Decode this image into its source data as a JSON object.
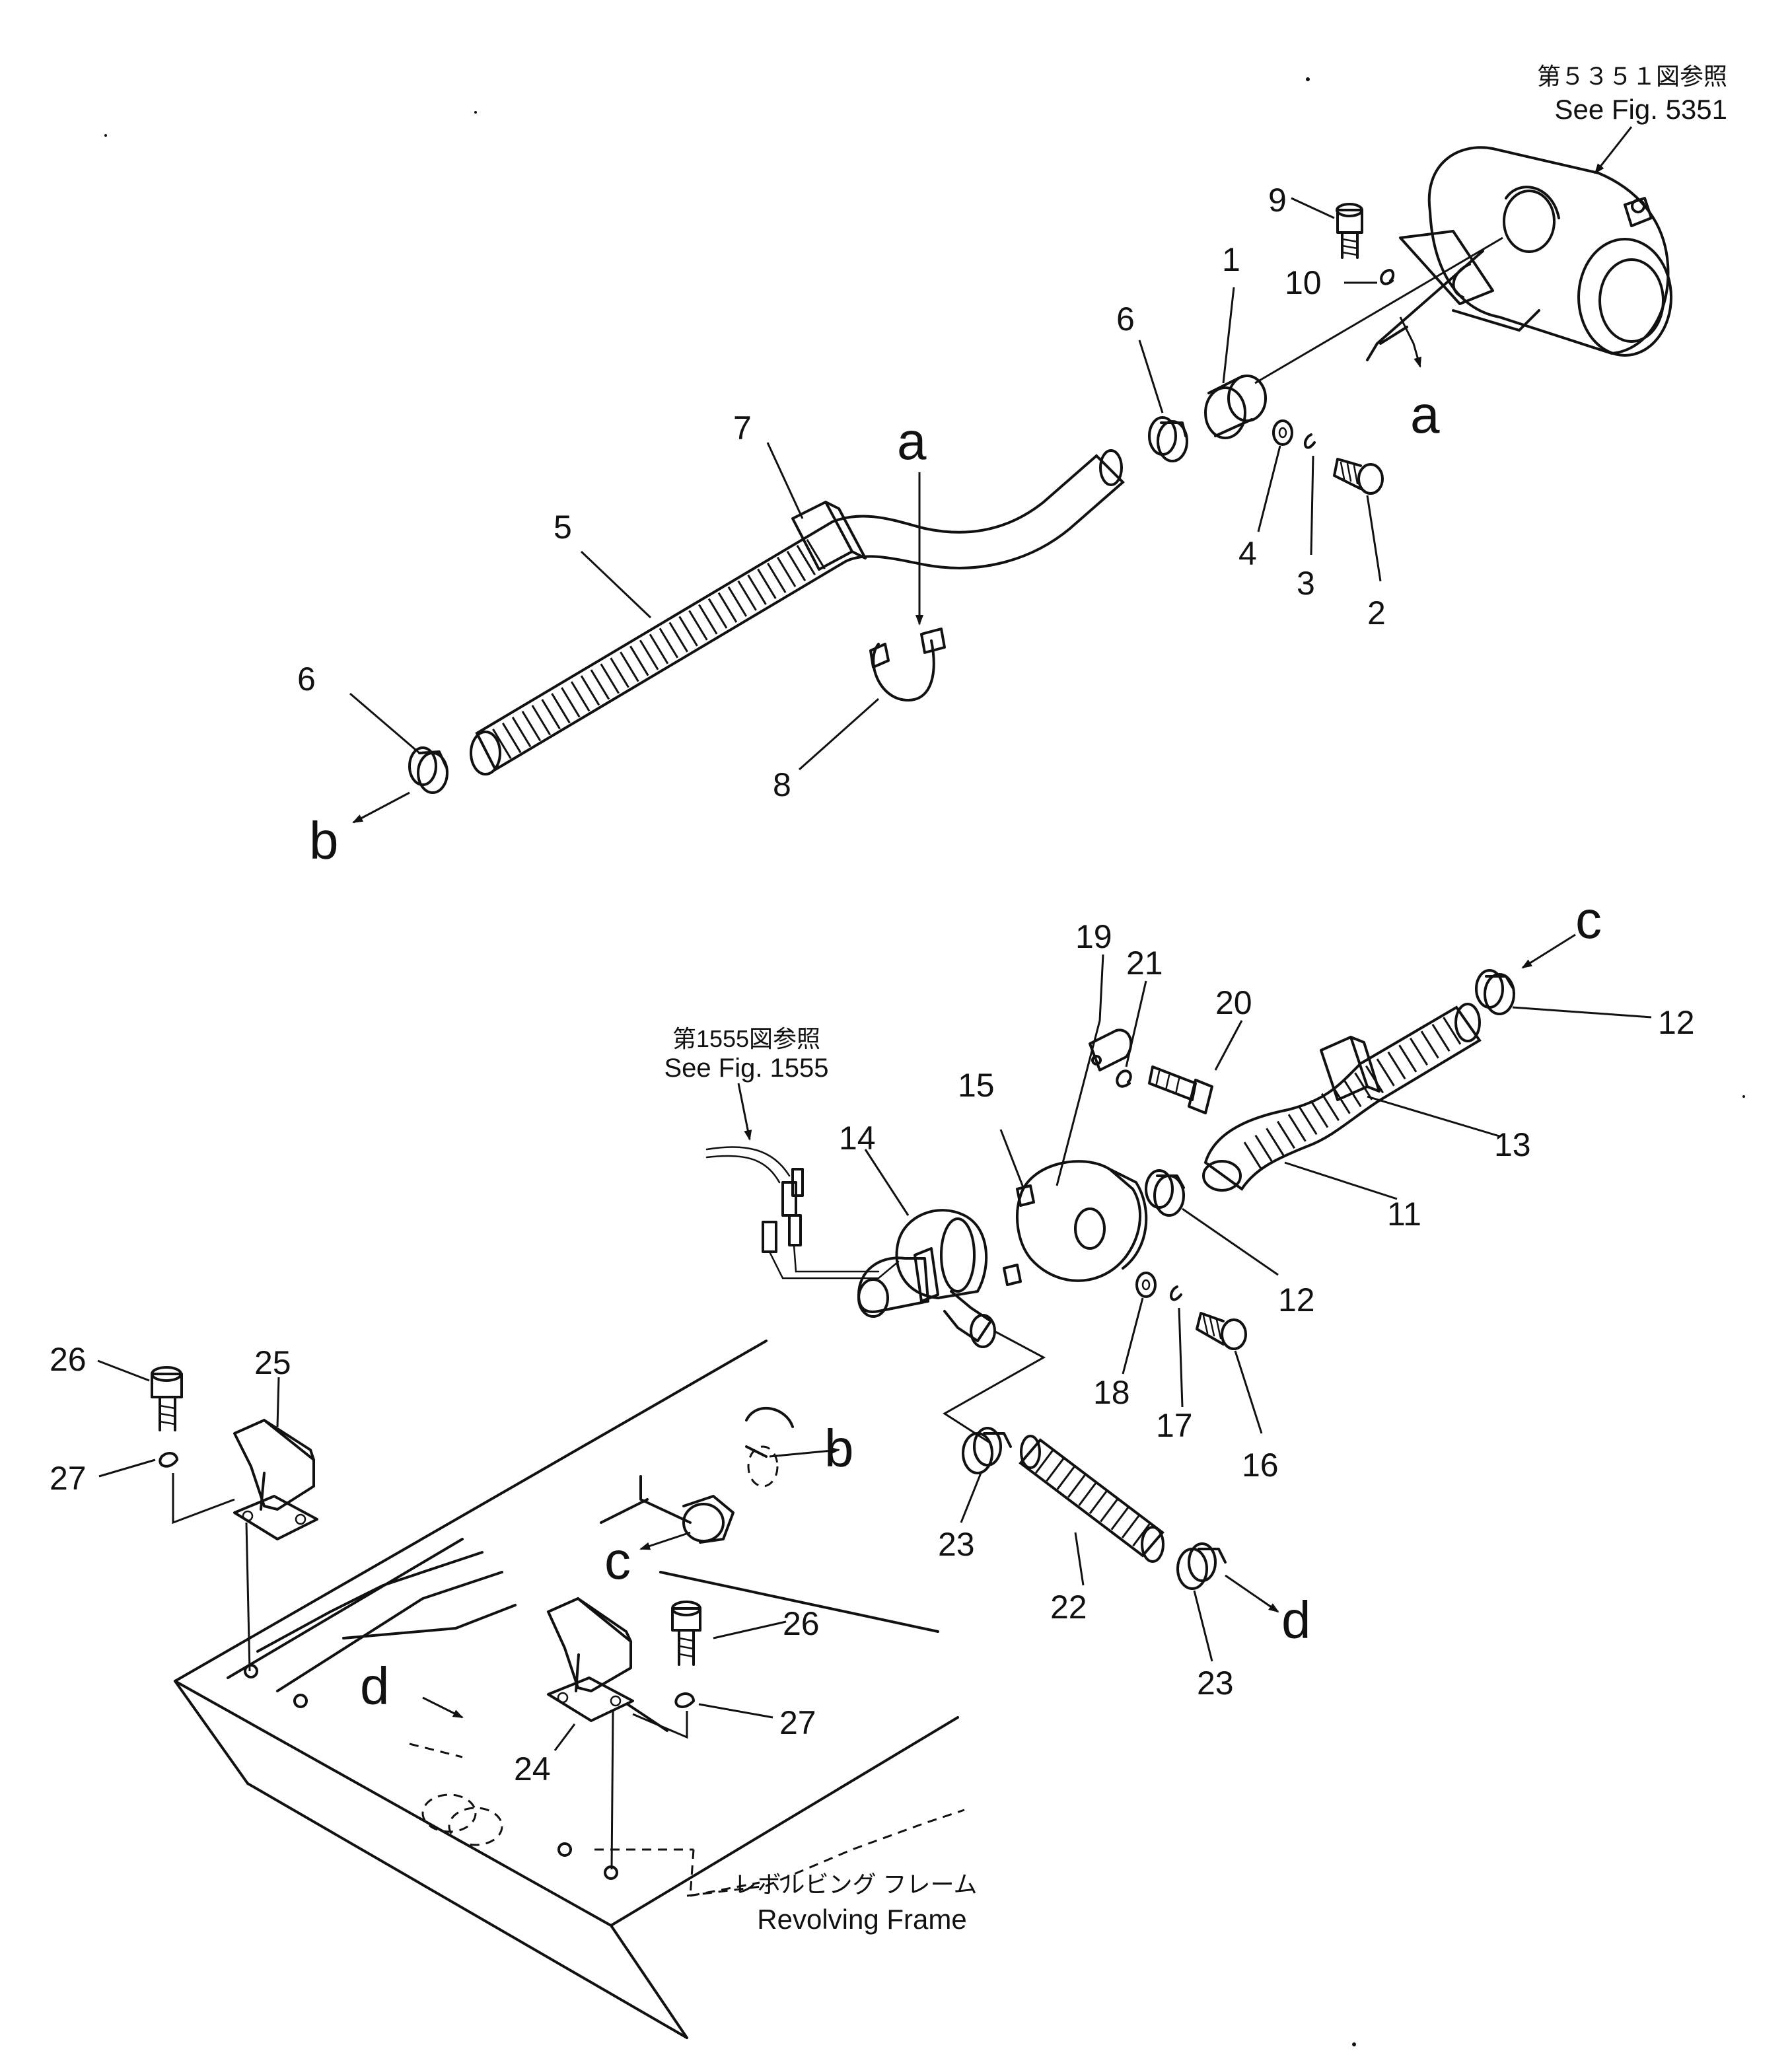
{
  "references": {
    "top_right_jp": "第５３５１図参照",
    "top_right_en": "See Fig. 5351",
    "center_jp": "第1555図参照",
    "center_en": "See Fig. 1555",
    "frame_jp": "レボルビング フレーム",
    "frame_en": "Revolving Frame"
  },
  "callouts": {
    "p1": "1",
    "p2": "2",
    "p3": "3",
    "p4": "4",
    "p5": "5",
    "p6a": "6",
    "p6b": "6",
    "p7": "7",
    "p8": "8",
    "p9": "9",
    "p10": "10",
    "p11": "11",
    "p12a": "12",
    "p12b": "12",
    "p13": "13",
    "p14": "14",
    "p15": "15",
    "p16": "16",
    "p17": "17",
    "p18": "18",
    "p19": "19",
    "p20": "20",
    "p21": "21",
    "p22": "22",
    "p23a": "23",
    "p23b": "23",
    "p24": "24",
    "p25": "25",
    "p26a": "26",
    "p26b": "26",
    "p27a": "27",
    "p27b": "27"
  },
  "connectors": {
    "a1": "a",
    "a2": "a",
    "b1": "b",
    "b2": "b",
    "c1": "c",
    "c2": "c",
    "d1": "d",
    "d2": "d"
  },
  "icons": [
    "air-cleaner",
    "hose",
    "hose-clamp",
    "pipe-clamp",
    "blower-motor",
    "blower-housing",
    "bolt",
    "washer",
    "duct-nozzle",
    "revolving-frame"
  ]
}
